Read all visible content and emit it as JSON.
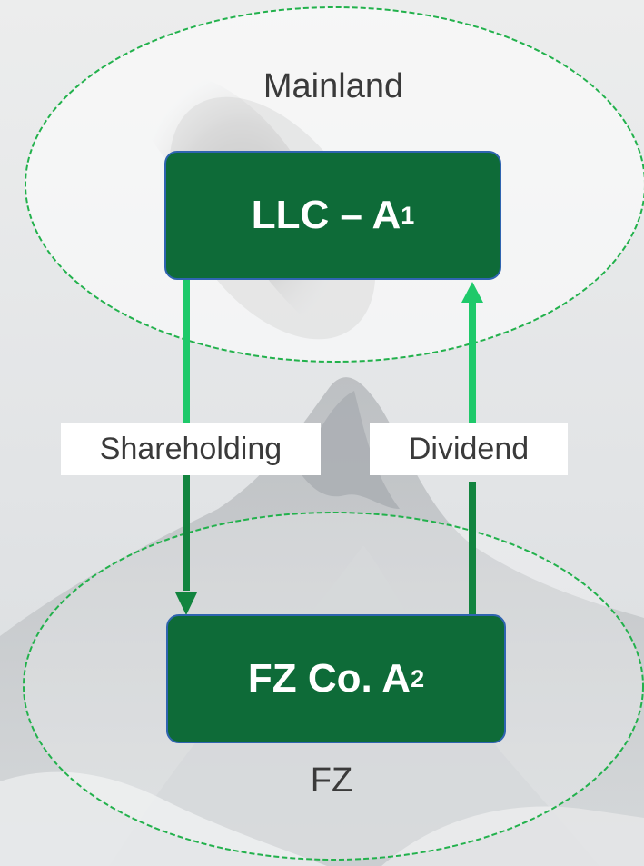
{
  "regions": {
    "mainland": {
      "label": "Mainland"
    },
    "fz": {
      "label": "FZ"
    }
  },
  "entities": {
    "llc": {
      "name": "LLC – A",
      "subscript": "1"
    },
    "fz_co": {
      "name": "FZ Co. A",
      "subscript": "2"
    }
  },
  "flows": {
    "shareholding": {
      "label": "Shareholding"
    },
    "dividend": {
      "label": "Dividend"
    }
  },
  "colors": {
    "box_fill": "#0e6b38",
    "box_border": "#2f64b0",
    "arrow_light": "#1ec96a",
    "arrow_dark": "#12843f",
    "boundary": "#22b14c"
  }
}
